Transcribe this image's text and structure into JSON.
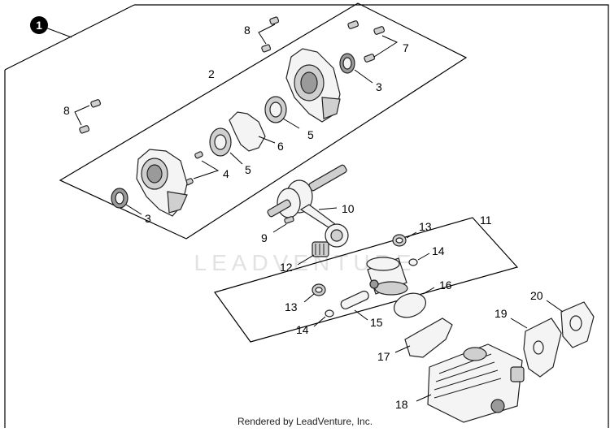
{
  "assembly_badge": "1",
  "callouts": {
    "n2": "2",
    "n3a": "3",
    "n3b": "3",
    "n4": "4",
    "n5a": "5",
    "n5b": "5",
    "n6": "6",
    "n7": "7",
    "n8a": "8",
    "n8b": "8",
    "n9": "9",
    "n10": "10",
    "n11": "11",
    "n12": "12",
    "n13a": "13",
    "n13b": "13",
    "n14a": "14",
    "n14b": "14",
    "n15": "15",
    "n16": "16",
    "n17": "17",
    "n18": "18",
    "n19": "19",
    "n20": "20"
  },
  "watermark": "LEADVENTURE",
  "footer": "Rendered by LeadVenture, Inc."
}
